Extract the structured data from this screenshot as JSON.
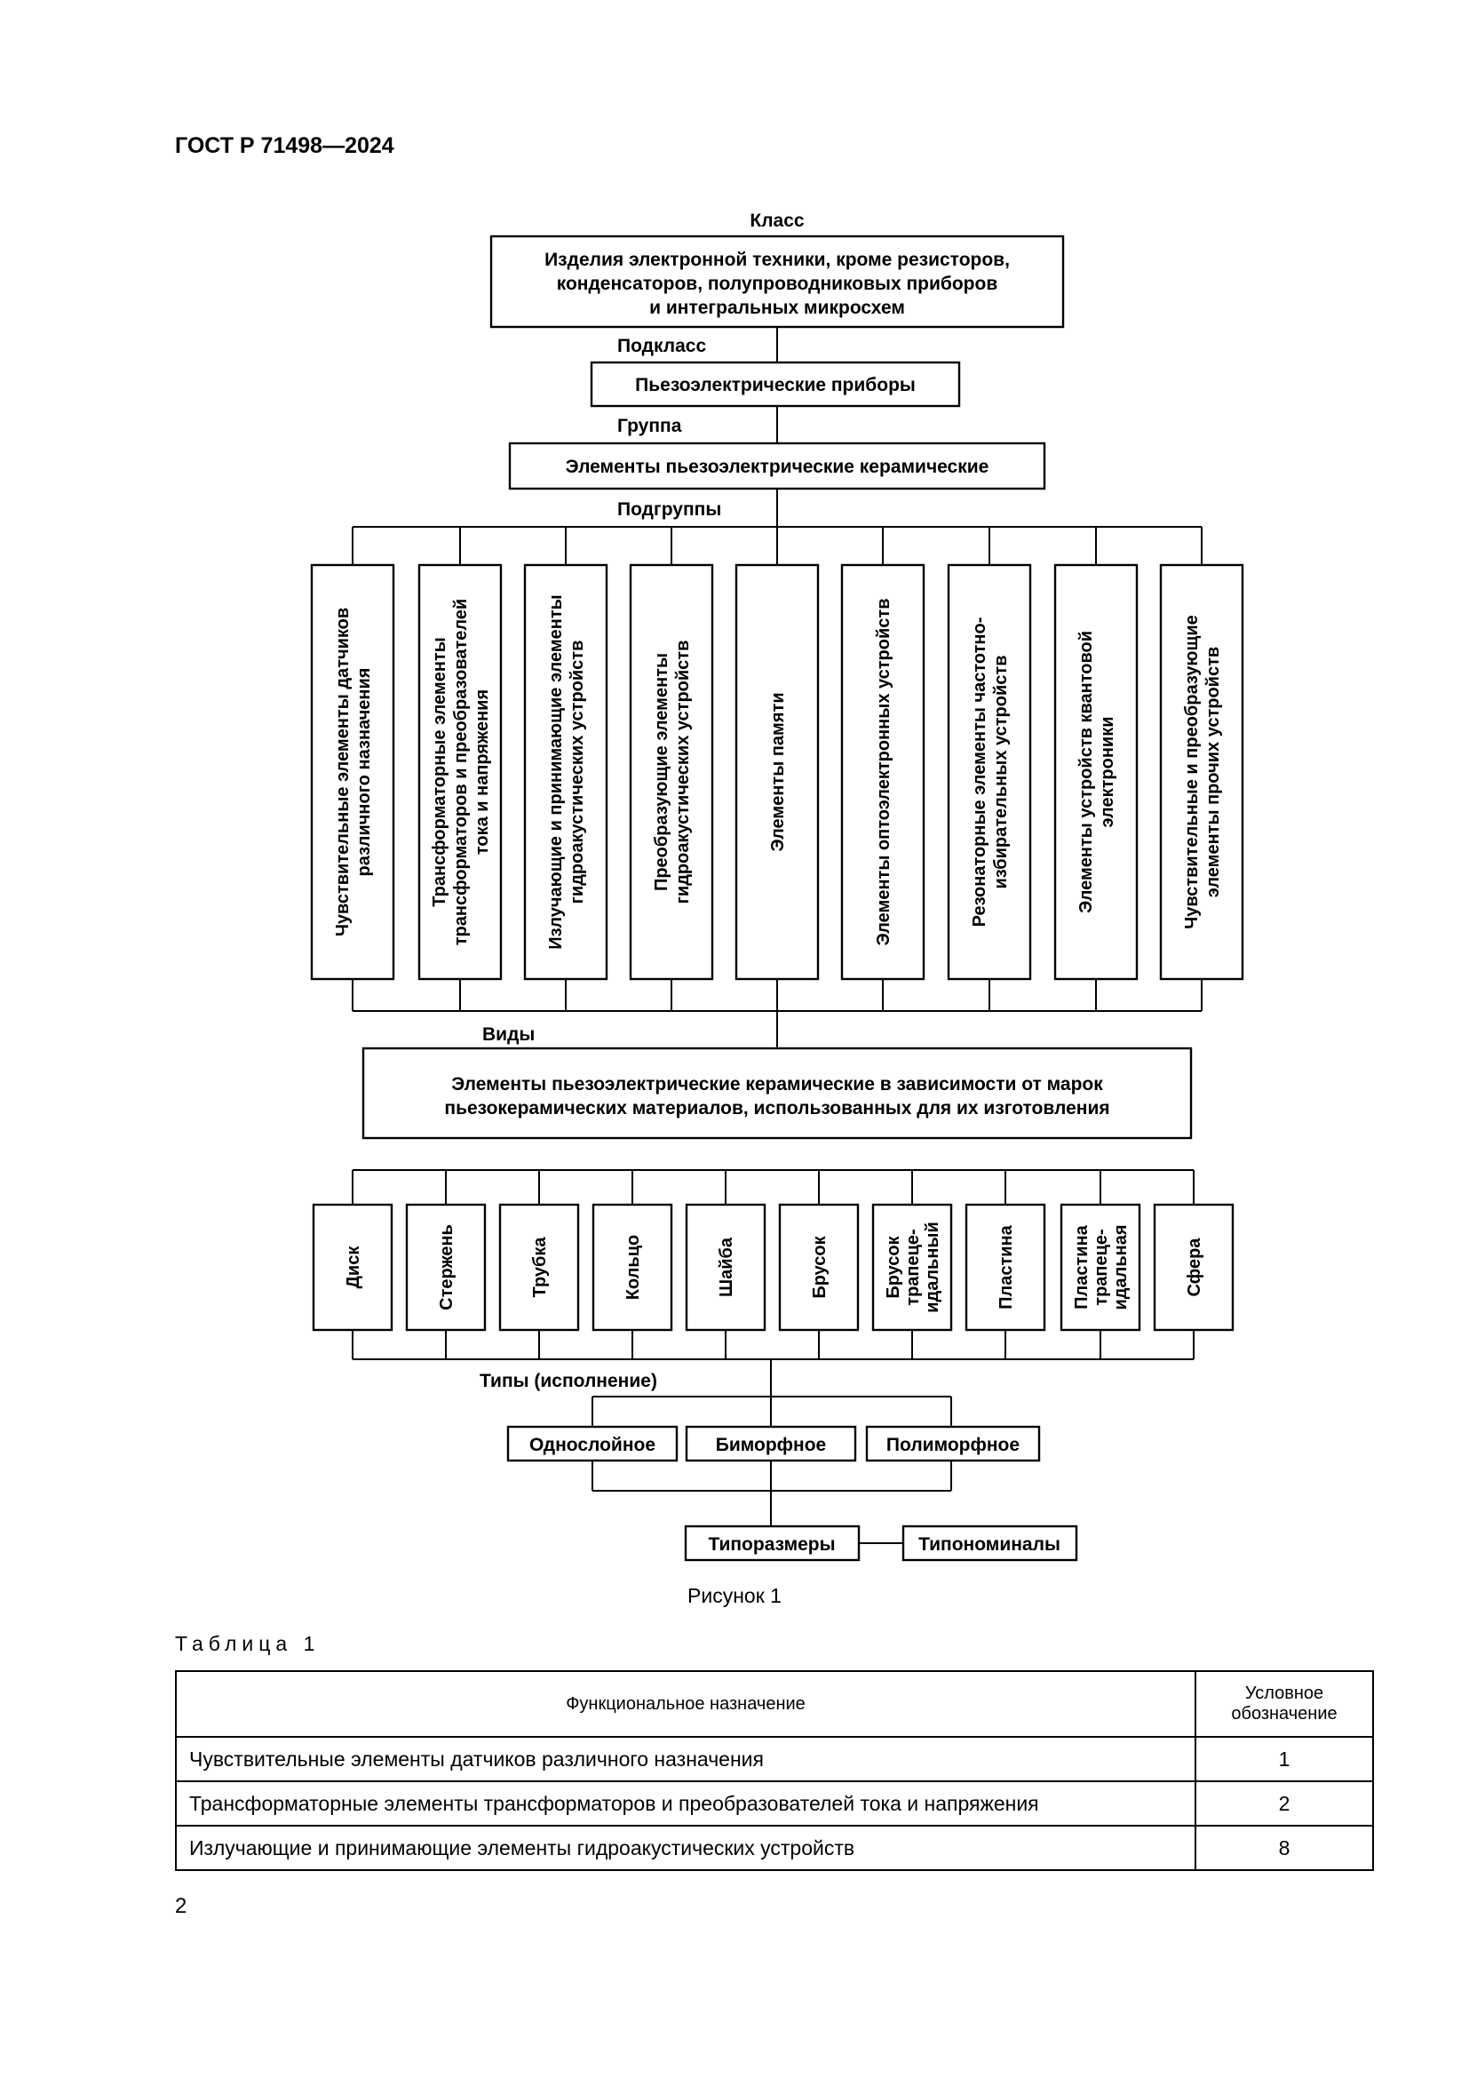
{
  "header": {
    "standard": "ГОСТ Р 71498—2024"
  },
  "diagram": {
    "labels": {
      "class": "Класс",
      "subclass": "Подкласс",
      "group": "Группа",
      "subgroups": "Подгруппы",
      "kinds": "Виды",
      "types": "Типы (исполнение)"
    },
    "class_box": [
      "Изделия электронной техники, кроме резисторов,",
      "конденсаторов, полупроводниковых приборов",
      "и интегральных микросхем"
    ],
    "subclass_box": "Пьезоэлектрические приборы",
    "group_box": "Элементы пьезоэлектрические керамические",
    "subgroups": [
      {
        "lines": [
          "Чувствительные элементы датчиков",
          "различного назначения"
        ]
      },
      {
        "lines": [
          "Трансформаторные элементы",
          "трансформаторов и преобразователей",
          "тока и напряжения"
        ]
      },
      {
        "lines": [
          "Излучающие и принимающие элементы",
          "гидроакустических устройств"
        ]
      },
      {
        "lines": [
          "Преобразующие элементы",
          "гидроакустических устройств"
        ]
      },
      {
        "lines": [
          "Элементы памяти"
        ]
      },
      {
        "lines": [
          "Элементы оптоэлектронных устройств"
        ]
      },
      {
        "lines": [
          "Резонаторные элементы частотно-",
          "избирательных устройств"
        ]
      },
      {
        "lines": [
          "Элементы устройств квантовой",
          "электроники"
        ]
      },
      {
        "lines": [
          "Чувствительные и преобразующие",
          "элементы прочих устройств"
        ]
      }
    ],
    "kinds_box": [
      "Элементы пьезоэлектрические керамические в зависимости от марок",
      "пьезокерамических материалов, использованных для их изготовления"
    ],
    "shapes": [
      {
        "lines": [
          "Диск"
        ]
      },
      {
        "lines": [
          "Стержень"
        ]
      },
      {
        "lines": [
          "Трубка"
        ]
      },
      {
        "lines": [
          "Кольцо"
        ]
      },
      {
        "lines": [
          "Шайба"
        ]
      },
      {
        "lines": [
          "Брусок"
        ]
      },
      {
        "lines": [
          "Брусок",
          "трапеце-",
          "идальный"
        ]
      },
      {
        "lines": [
          "Пластина"
        ]
      },
      {
        "lines": [
          "Пластина",
          "трапеце-",
          "идальная"
        ]
      },
      {
        "lines": [
          "Сфера"
        ]
      }
    ],
    "types": [
      "Однослойное",
      "Биморфное",
      "Полиморфное"
    ],
    "sizes": "Типоразмеры",
    "nominals": "Типономиналы"
  },
  "figure_caption": "Рисунок 1",
  "table": {
    "caption": "Таблица 1",
    "headers": [
      "Функциональное назначение",
      "Условное обозначение"
    ],
    "rows": [
      [
        "Чувствительные элементы датчиков различного назначения",
        "1"
      ],
      [
        "Трансформаторные элементы трансформаторов и преобразователей тока и напряжения",
        "2"
      ],
      [
        "Излучающие и принимающие элементы гидроакустических устройств",
        "8"
      ]
    ]
  },
  "page_number": "2"
}
